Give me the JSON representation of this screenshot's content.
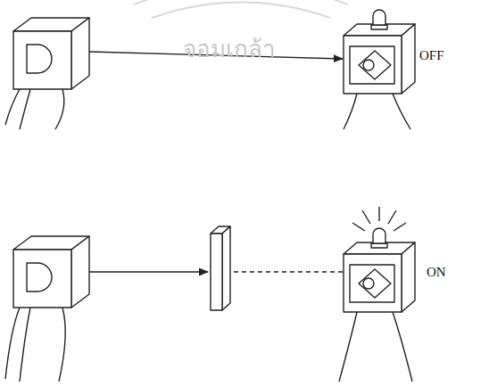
{
  "diagram": {
    "labels": [
      "OFF",
      "ON",
      "จอมเกล้า"
    ]
  }
}
